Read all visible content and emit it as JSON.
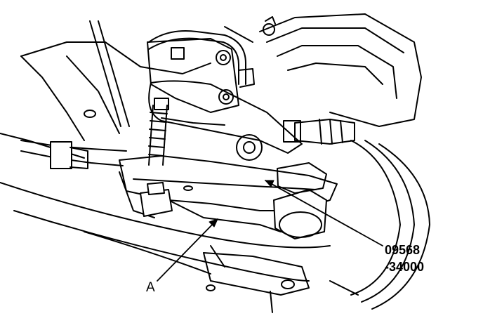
{
  "figure": {
    "callout_a": "A",
    "part_number_line1": "09568",
    "part_number_line2": "-34000"
  },
  "colors": {
    "ink": "#000000",
    "background": "#ffffff"
  }
}
